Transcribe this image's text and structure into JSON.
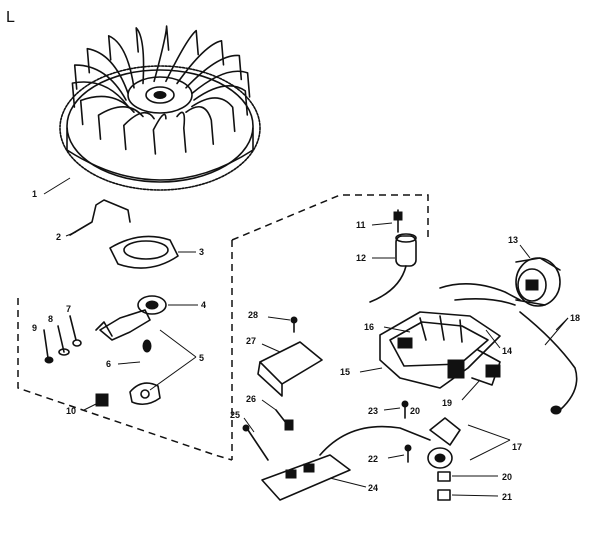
{
  "corner_mark": "L",
  "callouts": [
    {
      "id": "c1",
      "text": "1"
    },
    {
      "id": "c2",
      "text": "2"
    },
    {
      "id": "c3",
      "text": "3"
    },
    {
      "id": "c4",
      "text": "4"
    },
    {
      "id": "c5",
      "text": "5"
    },
    {
      "id": "c6",
      "text": "6"
    },
    {
      "id": "c7",
      "text": "7"
    },
    {
      "id": "c8",
      "text": "8"
    },
    {
      "id": "c9",
      "text": "9"
    },
    {
      "id": "c10",
      "text": "10"
    },
    {
      "id": "c11",
      "text": "11"
    },
    {
      "id": "c12",
      "text": "12"
    },
    {
      "id": "c13",
      "text": "13"
    },
    {
      "id": "c14",
      "text": "14"
    },
    {
      "id": "c15",
      "text": "15"
    },
    {
      "id": "c16",
      "text": "16"
    },
    {
      "id": "c17",
      "text": "17"
    },
    {
      "id": "c18",
      "text": "18"
    },
    {
      "id": "c19",
      "text": "19"
    },
    {
      "id": "c20a",
      "text": "20"
    },
    {
      "id": "c20b",
      "text": "20"
    },
    {
      "id": "c21",
      "text": "21"
    },
    {
      "id": "c22",
      "text": "22"
    },
    {
      "id": "c23",
      "text": "23"
    },
    {
      "id": "c24",
      "text": "24"
    },
    {
      "id": "c25",
      "text": "25"
    },
    {
      "id": "c26",
      "text": "26"
    },
    {
      "id": "c27",
      "text": "27"
    },
    {
      "id": "c28",
      "text": "28"
    }
  ]
}
